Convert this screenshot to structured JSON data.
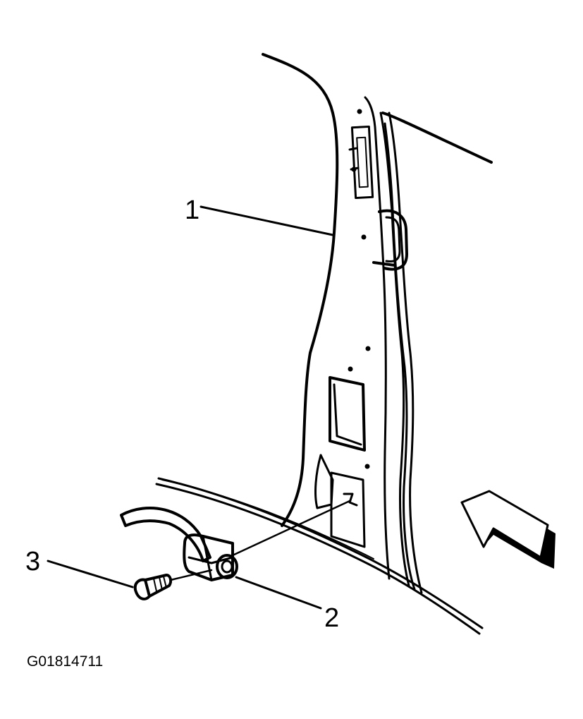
{
  "callouts": [
    {
      "id": "1",
      "label": "1"
    },
    {
      "id": "2",
      "label": "2"
    },
    {
      "id": "3",
      "label": "3"
    }
  ],
  "figure_code": "G01814711",
  "colors": {
    "line": "#000000",
    "background": "#ffffff"
  }
}
